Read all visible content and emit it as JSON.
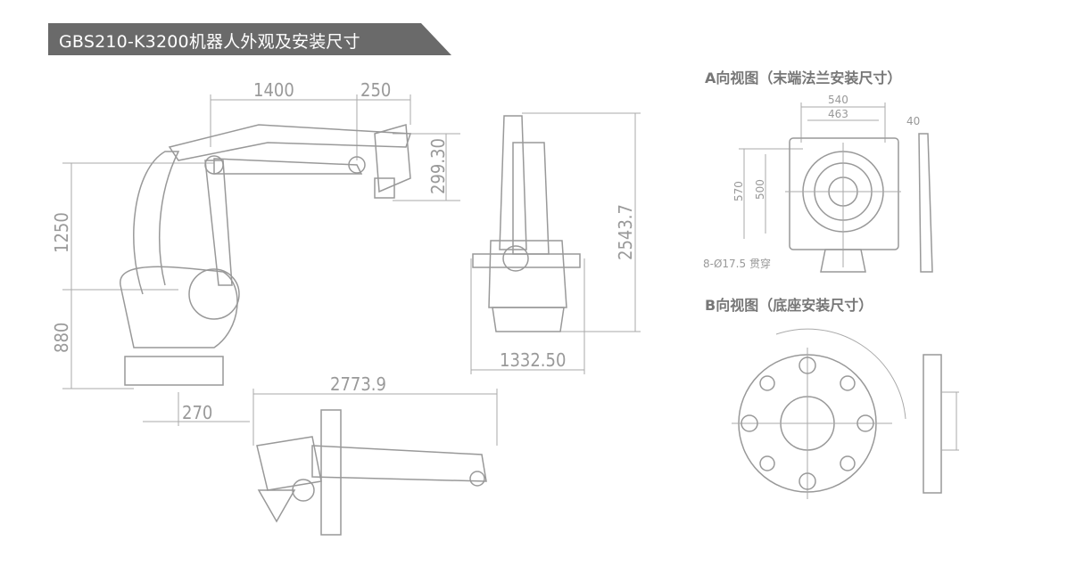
{
  "header": {
    "title": "GBS210-K3200机器人外观及安装尺寸"
  },
  "side_view": {
    "dims": {
      "reach_1400": "1400",
      "wrist_250": "250",
      "wrist_height": "299.30",
      "arm_height": "1250",
      "base_height": "880",
      "base_offset": "270"
    }
  },
  "front_view": {
    "dims": {
      "total_height": "2543.7",
      "base_width": "1332.50"
    }
  },
  "top_view": {
    "dims": {
      "total_length": "2773.9"
    }
  },
  "view_a": {
    "title": "A向视图（末端法兰安装尺寸）",
    "dims": {
      "outer_width": "540",
      "inner_width": "463",
      "thickness": "40",
      "outer_height": "570",
      "inner_height": "500",
      "holes": "8-Ø17.5 贯穿"
    }
  },
  "view_b": {
    "title": "B向视图（底座安装尺寸）"
  }
}
